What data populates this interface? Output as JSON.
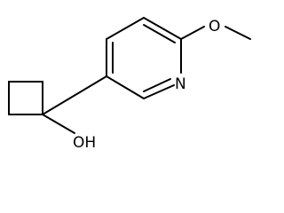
{
  "molecule": {
    "atoms": {
      "nitrogen": "N",
      "ether_oxygen": "O",
      "hydroxyl": "OH"
    }
  },
  "colors": {
    "bond": "#000000",
    "label": "#000000",
    "background": "#ffffff"
  }
}
